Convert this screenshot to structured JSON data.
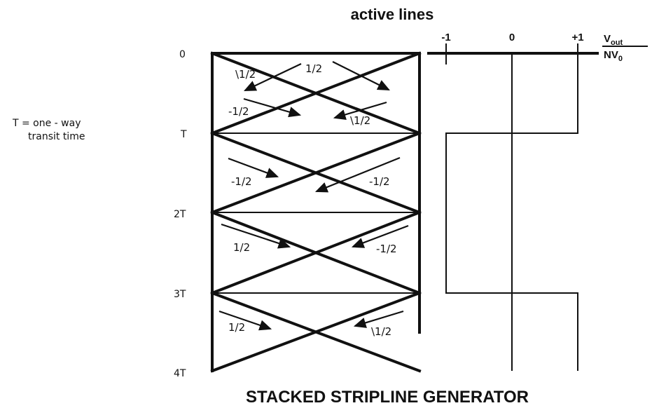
{
  "title": "STACKED STRIPLINE GENERATOR",
  "header": "active lines",
  "note": {
    "line1": "T = one - way",
    "line2": "transit time"
  },
  "time_labels": [
    "0",
    "T",
    "2T",
    "3T",
    "4T"
  ],
  "voltage_axis": {
    "ticks": [
      "-1",
      "0",
      "+1"
    ],
    "label_num_main": "V",
    "label_num_sub": "out",
    "label_den_main": "NV",
    "label_den_sub": "0"
  },
  "wave_labels": {
    "s1_left_top": "\\1/2",
    "s1_right_top": "1/2",
    "s1_left_bottom": "-1/2",
    "s1_right_bottom": "\\1/2",
    "s2_left": "-1/2",
    "s2_right": "-1/2",
    "s3_left": "1/2",
    "s3_right": "-1/2",
    "s4_left": "1/2",
    "s4_right": "\\1/2"
  },
  "chart_data": {
    "type": "line",
    "title": "STACKED STRIPLINE GENERATOR",
    "xlabel": "Vout / NV0",
    "x_ticks": [
      "-1",
      "0",
      "+1"
    ],
    "y_ticks": [
      "0",
      "T",
      "2T",
      "3T",
      "4T"
    ],
    "series": [
      {
        "points": [
          {
            "t": "0",
            "v": 1
          },
          {
            "t": "T",
            "v": 1
          },
          {
            "t": "T",
            "v": -1
          },
          {
            "t": "3T",
            "v": -1
          },
          {
            "t": "3T",
            "v": 1
          },
          {
            "t": "4T",
            "v": 1
          }
        ]
      }
    ]
  }
}
